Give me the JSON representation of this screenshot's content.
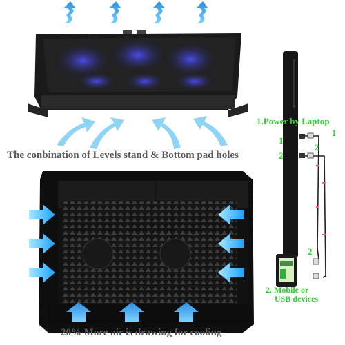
{
  "captions": {
    "top": "The conbination of  Levels stand & Bottom pad holes",
    "bottom": "20% More air is drawing for cooling"
  },
  "power": {
    "title": "1.Power by Laptop",
    "port_1": "1",
    "port_2": "2",
    "cable_1": "1",
    "cable_2": "2",
    "device_port": "2",
    "device_label_line1": "2. Mobile or",
    "device_label_line2": "USB devices"
  },
  "colors": {
    "arrow": "#3aa8e8",
    "accent_green": "#2fd22f",
    "fan_glow": "#3b3bff",
    "body": "#141414"
  }
}
